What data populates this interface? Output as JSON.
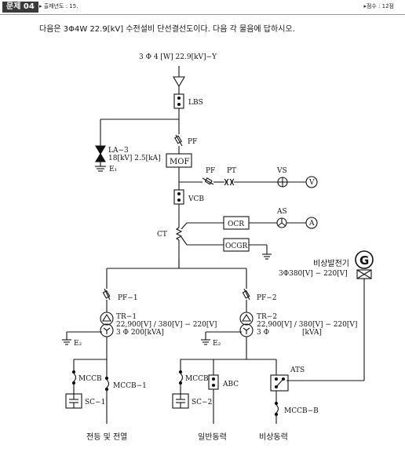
{
  "header": {
    "badge": "문제 04",
    "exam_info": "▸ 출제년도 : 15.",
    "score_info": "▸점수 : 12점"
  },
  "question": "다음은 3Φ4W 22.9[kV] 수전설비 단선결선도이다.  다음 각 물음에 답하시오.",
  "diagram": {
    "supply": "3 Φ 4 [W] 22.9[kV]−Y",
    "lbs": "LBS",
    "pf_main": "PF",
    "la": "LA−3",
    "la_rating": "18[kV] 2.5[kA]",
    "e1": "E₁",
    "mof": "MOF",
    "pf_pt": "PF",
    "pt": "PT",
    "vs": "VS",
    "v_meter": "V",
    "vcb": "VCB",
    "ct": "CT",
    "ocr": "OCR",
    "as": "AS",
    "a_meter": "A",
    "ocgr": "OCGR",
    "generator_label": "비상발전기",
    "generator_rating": "3Φ380[V] − 220[V]",
    "generator_symbol": "G",
    "pf1": "PF−1",
    "pf2": "PF−2",
    "tr1": "TR−1",
    "tr1_voltage": "22,900[V] / 380[V] − 220[V]",
    "tr1_capacity": "3 Φ  200[kVA]",
    "tr2": "TR−2",
    "tr2_voltage": "22,900[V] / 380[V] − 220[V]",
    "tr2_phase": "3 Φ",
    "tr2_capacity": "[kVA]",
    "e2_left": "E₂",
    "e2_right": "E₂",
    "mccb_left": "MCCB",
    "sc1": "SC−1",
    "mccb1": "MCCB−1",
    "mccb_mid": "MCCB",
    "abc": "ABC",
    "sc2": "SC−2",
    "ats": "ATS",
    "mccbb": "MCCB−B",
    "load_1": "전등 및 전열",
    "load_2": "일반동력",
    "load_3": "비상동력"
  }
}
